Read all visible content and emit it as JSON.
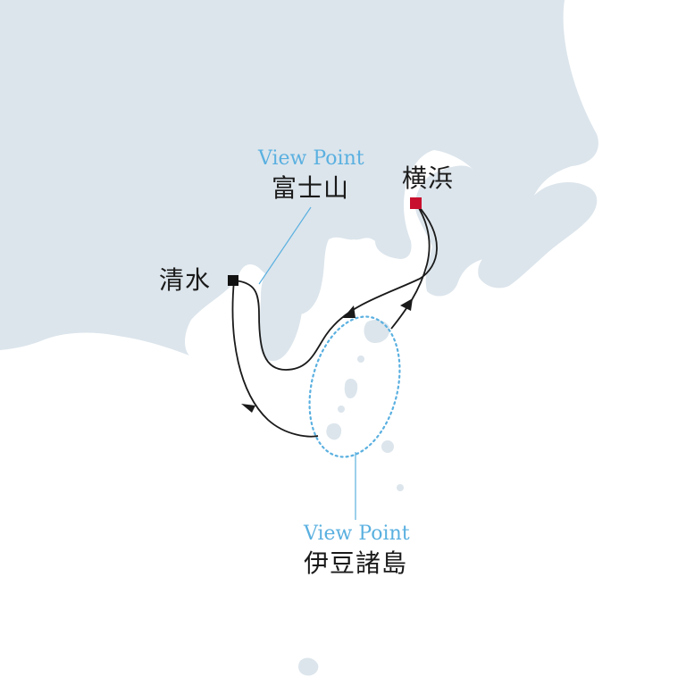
{
  "places": {
    "yokohama": {
      "name": "横浜"
    },
    "shimizu": {
      "name": "清水"
    },
    "fuji": {
      "name": "富士山",
      "tag": "View Point"
    },
    "izu": {
      "name": "伊豆諸島",
      "tag": "View Point"
    }
  },
  "colors": {
    "land": "#dce5ec",
    "sea": "#ffffff",
    "route": "#1a1a1a",
    "viewpoint": "#5ab0e0",
    "start_port": "#c8102e",
    "port": "#111111"
  }
}
